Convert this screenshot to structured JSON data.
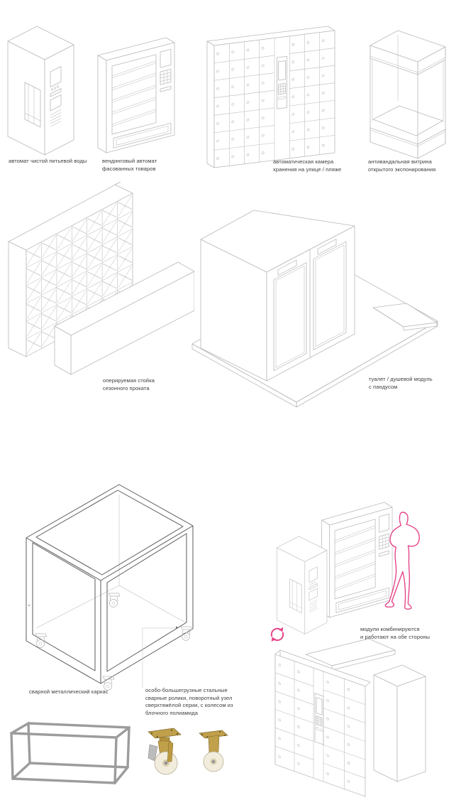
{
  "labels": {
    "water": {
      "lines": [
        "автомат чистой питьевой воды"
      ]
    },
    "vending": {
      "lines": [
        "вендинговый автомат",
        "фасованных товаров"
      ]
    },
    "lockers": {
      "lines": [
        "автоматическая камера",
        "хранения на улице / пляже"
      ]
    },
    "vitrine": {
      "lines": [
        "антивандальная витрина",
        "открытого экспонирования"
      ]
    },
    "rental": {
      "lines": [
        "оперируемая стойка",
        "сезонного проката"
      ]
    },
    "toilet": {
      "lines": [
        "туалет / душевой модуль",
        "с пандусом"
      ]
    },
    "frame": {
      "lines": [
        "сварной металлический каркас"
      ]
    },
    "casters": {
      "lines": [
        "особо-большегрузные стальные",
        "сварные ролики, поворотный узел",
        "сверхтяжёлой серии, с колесом из",
        "блочного полиамида"
      ]
    },
    "combo": {
      "lines": [
        "модули комбинируются",
        "и работают на обе стороны"
      ]
    }
  },
  "icons": {
    "rotate_icon": "circular-arrows-rotation",
    "person_silhouette": "standing-man-outline"
  },
  "colors": {
    "line": "#b9b9b9",
    "dark_line": "#5a5a5a",
    "text": "#3d3d3d",
    "accent_pink": "#e5468a",
    "render_gray": "#9c9c9c",
    "brass": "#c1a04b",
    "wheel_cream": "#f2ecdc"
  }
}
